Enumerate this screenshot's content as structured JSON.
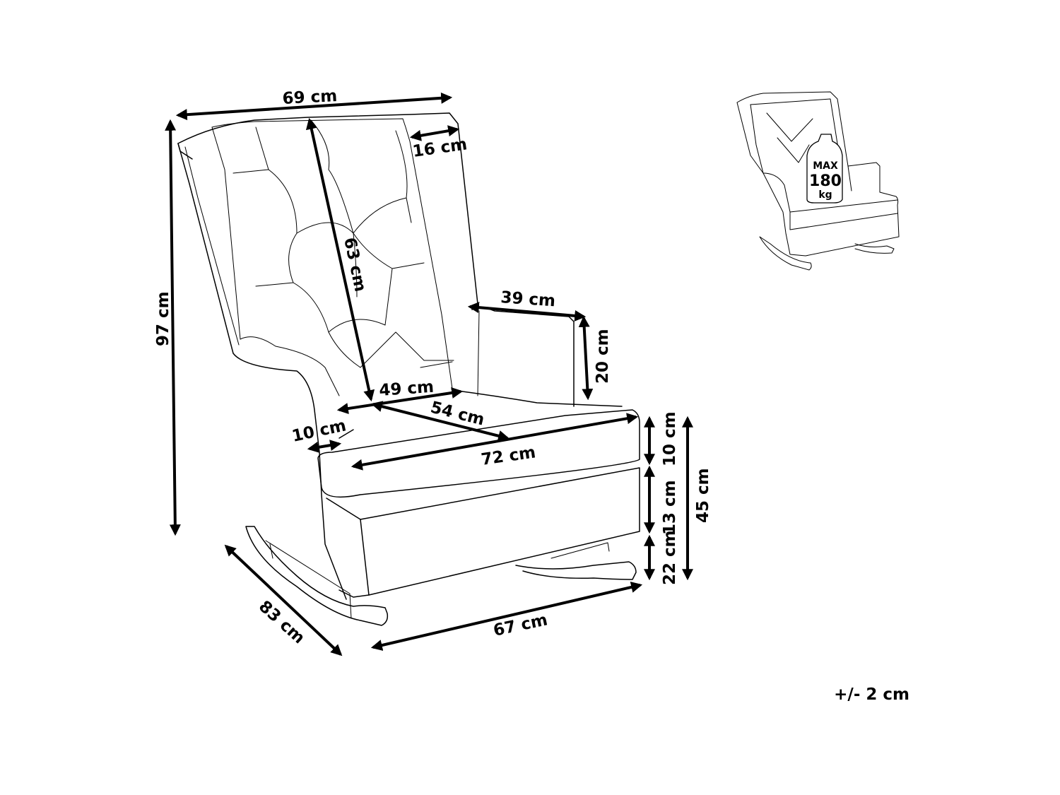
{
  "dimensions": {
    "width_top": "69 cm",
    "wing_depth": "16 cm",
    "backrest_height": "63 cm",
    "armrest_length": "39 cm",
    "armrest_height": "20 cm",
    "total_height": "97 cm",
    "seat_width_back": "49 cm",
    "seat_depth": "54 cm",
    "seat_width_front": "72 cm",
    "armrest_width": "10 cm",
    "cushion_height": "10 cm",
    "base_height": "13 cm",
    "rocker_clearance": "22 cm",
    "seat_height": "45 cm",
    "total_depth": "83 cm",
    "rocker_length": "67 cm"
  },
  "badge": {
    "max": "MAX",
    "weight": "180",
    "unit": "kg"
  },
  "tolerance": "+/- 2 cm"
}
